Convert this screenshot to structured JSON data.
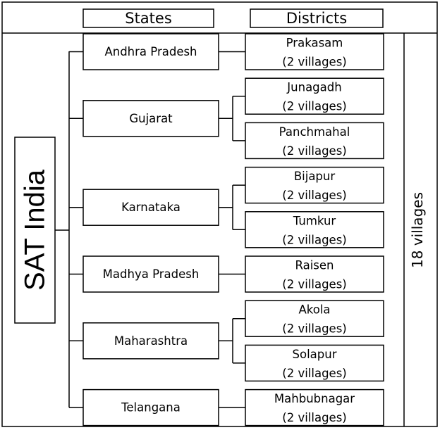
{
  "headers": {
    "states": "States",
    "districts": "Districts"
  },
  "root": "SAT India",
  "total": "18 villages",
  "states": [
    {
      "name": "Andhra Pradesh",
      "districts": [
        {
          "name": "Prakasam",
          "villages": "(2 villages)"
        }
      ]
    },
    {
      "name": "Gujarat",
      "districts": [
        {
          "name": "Junagadh",
          "villages": "(2 villages)"
        },
        {
          "name": "Panchmahal",
          "villages": "(2 villages)"
        }
      ]
    },
    {
      "name": "Karnataka",
      "districts": [
        {
          "name": "Bijapur",
          "villages": "(2 villages)"
        },
        {
          "name": "Tumkur",
          "villages": "(2 villages)"
        }
      ]
    },
    {
      "name": "Madhya Pradesh",
      "districts": [
        {
          "name": "Raisen",
          "villages": "(2 villages)"
        }
      ]
    },
    {
      "name": "Maharashtra",
      "districts": [
        {
          "name": "Akola",
          "villages": "(2 villages)"
        },
        {
          "name": "Solapur",
          "villages": "(2 villages)"
        }
      ]
    },
    {
      "name": "Telangana",
      "districts": [
        {
          "name": "Mahbubnagar",
          "villages": "(2 villages)"
        }
      ]
    }
  ]
}
